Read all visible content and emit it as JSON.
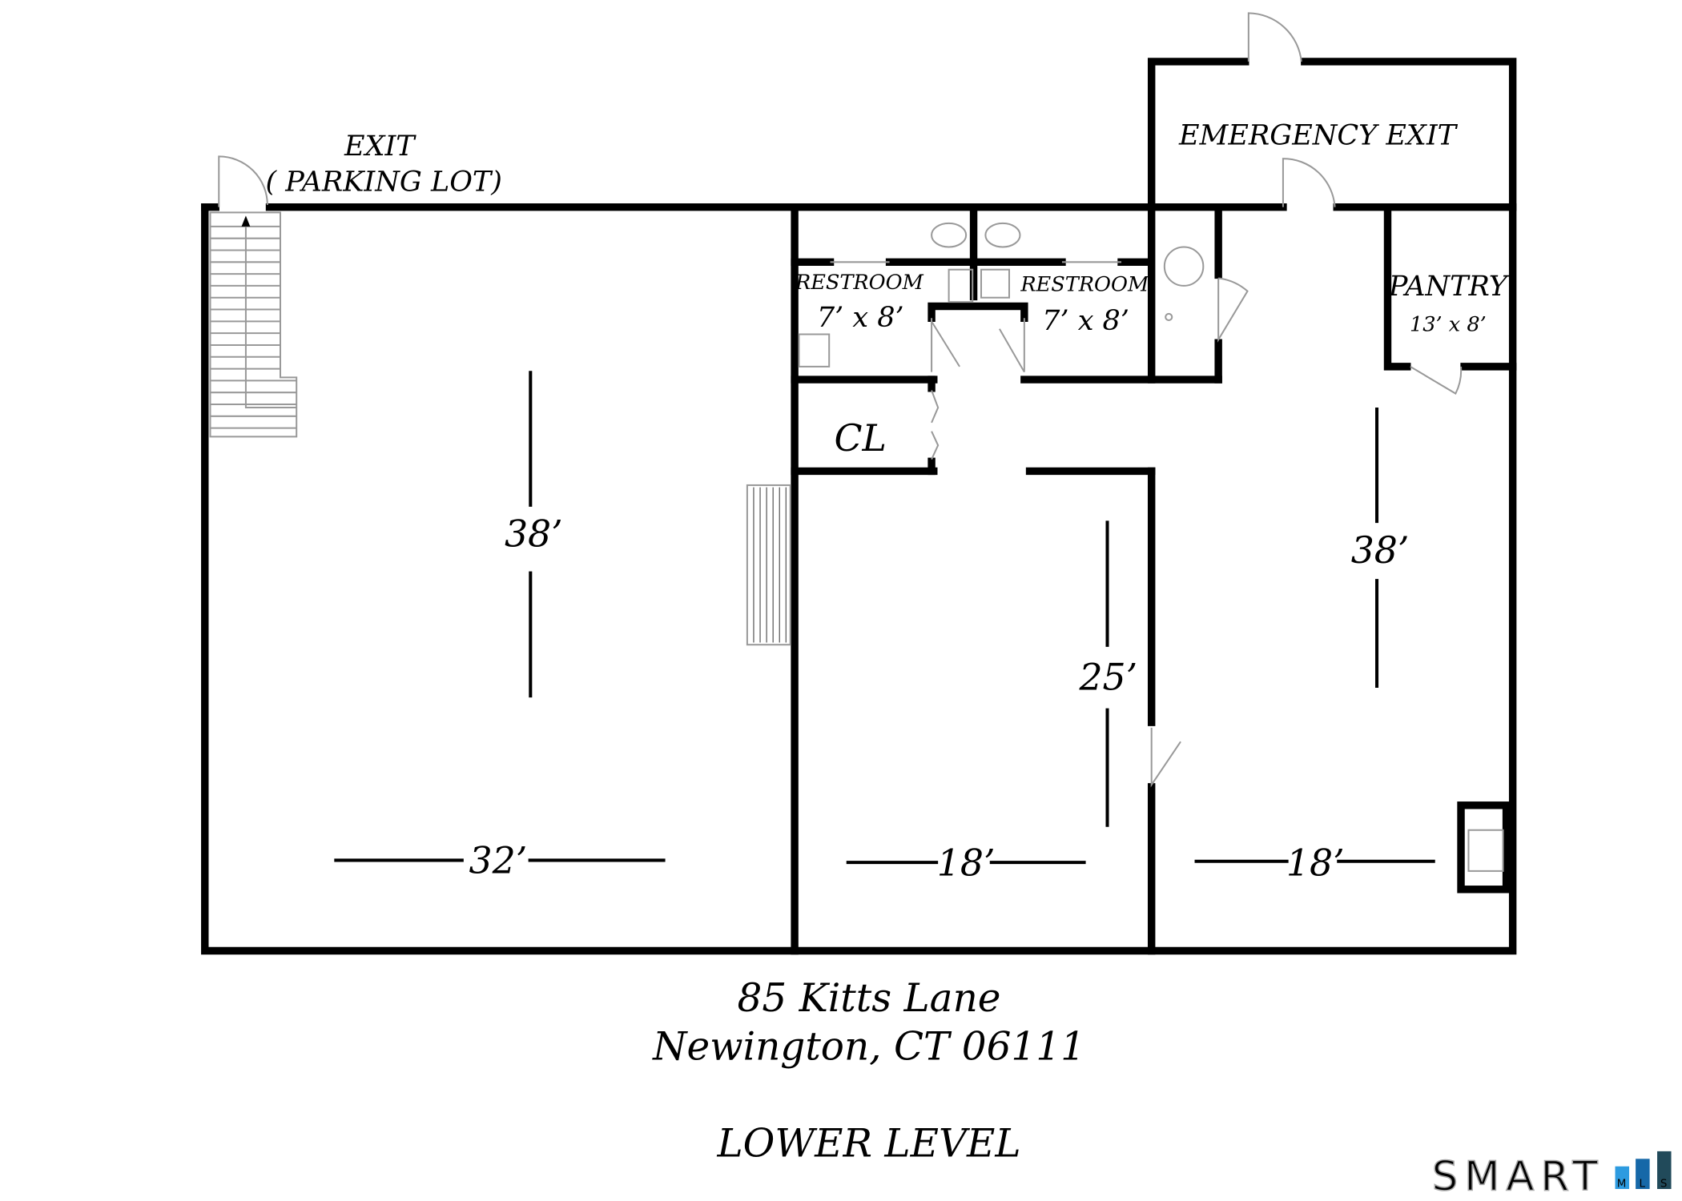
{
  "labels": {
    "exit": "EXIT",
    "exit_sub": "( PARKING LOT)",
    "emergency_exit": "EMERGENCY EXIT",
    "restroom_left": "RESTROOM",
    "restroom_left_size": "7’ x 8’",
    "restroom_right": "RESTROOM",
    "restroom_right_size": "7’ x 8’",
    "pantry": "PANTRY",
    "pantry_size": "13’ x 8’",
    "closet": "CL"
  },
  "dimensions": {
    "left_height": "38’",
    "left_width": "32’",
    "middle_height": "25’",
    "middle_width": "18’",
    "right_height": "38’",
    "right_width": "18’"
  },
  "footer": {
    "address_line1": "85 Kitts Lane",
    "address_line2": "Newington, CT 06111",
    "level": "LOWER LEVEL"
  },
  "logo": {
    "text": "SMART",
    "letters": [
      "M",
      "L",
      "S"
    ],
    "colors": [
      "#2d9be0",
      "#1668a8",
      "#214a5a"
    ]
  }
}
